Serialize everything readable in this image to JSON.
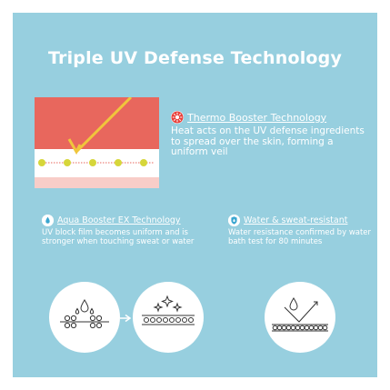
{
  "title": "Triple UV Defense Technology",
  "thermo": {
    "heading": "Thermo Booster Technology",
    "description": "Heat acts on the UV defense ingredients to spread over the skin, forming a uniform veil",
    "icon": "sun-icon",
    "icon_color": "#e8403a"
  },
  "aqua": {
    "heading": "Aqua Booster EX Technology",
    "description": "UV block film becomes uniform and is stronger when touching sweat or water",
    "icon": "water-drop-icon",
    "icon_color": "#3aa6d0"
  },
  "water": {
    "heading": "Water & sweat-resistant",
    "description": "Water resistance confirmed by water bath test for 80 minutes",
    "icon": "shield-drop-icon",
    "icon_color": "#3aa6d0"
  },
  "colors": {
    "background": "#97cfdf",
    "red_layer": "#e8675d",
    "pink_layer": "#f8cdc8",
    "dot": "#d6d63a",
    "ray": "#f0c63c"
  }
}
